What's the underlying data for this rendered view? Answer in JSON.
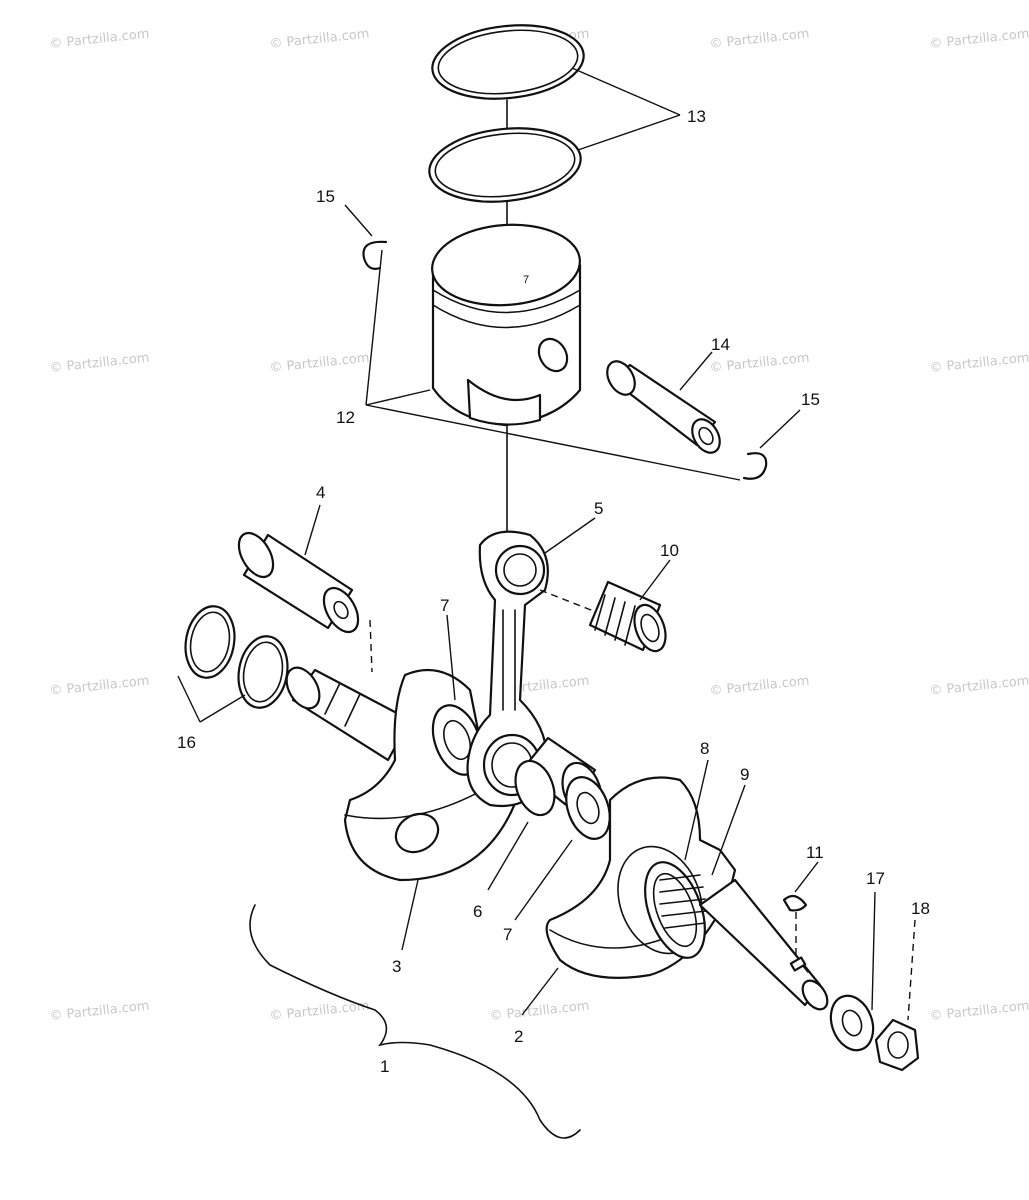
{
  "watermark": "© Partzilla.com",
  "callouts": {
    "c1": "1",
    "c2": "2",
    "c3": "3",
    "c4": "4",
    "c5": "5",
    "c6": "6",
    "c7a": "7",
    "c7b": "7",
    "c8": "8",
    "c9": "9",
    "c10": "10",
    "c11": "11",
    "c12": "12",
    "c13": "13",
    "c14": "14",
    "c15a": "15",
    "c15b": "15",
    "c16": "16",
    "c17": "17",
    "c18": "18"
  }
}
